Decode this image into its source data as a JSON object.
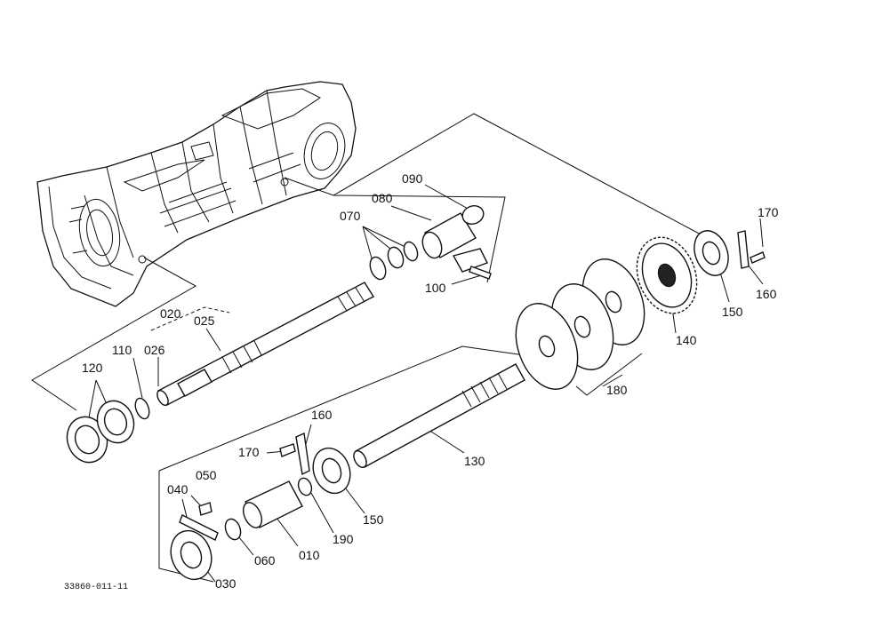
{
  "labels": {
    "p010": "010",
    "p020": "020",
    "p025": "025",
    "p026": "026",
    "p030": "030",
    "p040": "040",
    "p050": "050",
    "p060": "060",
    "p070": "070",
    "p080": "080",
    "p090": "090",
    "p100": "100",
    "p110": "110",
    "p120": "120",
    "p130": "130",
    "p140": "140",
    "p150_a": "150",
    "p150_b": "150",
    "p160_a": "160",
    "p160_b": "160",
    "p170_a": "170",
    "p170_b": "170",
    "p180": "180",
    "p190": "190"
  },
  "drawing_code": "33860-011-11"
}
